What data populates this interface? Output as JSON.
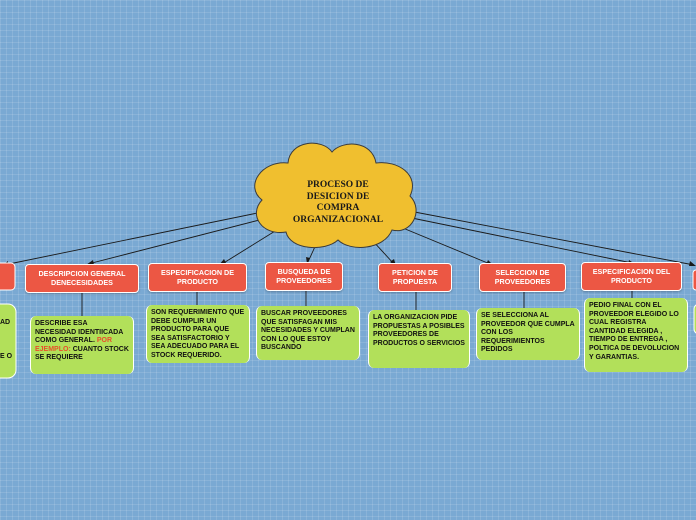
{
  "central": {
    "label": "PROCESO DE DESICION DE COMPRA ORGANIZACIONAL"
  },
  "topics": [
    {
      "label": "DESCRIPCION GENERAL DENECESIDADES",
      "note_text": "DESCRIBE ESA NECESIDAD IDENTIICADA COMO GENERAL.",
      "note_highlight": "POR EJEMPLO:",
      "note_tail": " CUANTO STOCK SE REQUIERE"
    },
    {
      "label": "ESPECIFICACION DE PRODUCTO",
      "note_text": "SON REQUERIMIENTO QUE DEBE CUMPLIR UN PRODUCTO PARA QUE SEA SATISFACTORIO Y SEA ADECUADO PARA EL STOCK REQUERIDO."
    },
    {
      "label": "BUSQUEDA DE PROVEEDORES",
      "note_text": "BUSCAR PROVEEDORES QUE SATISFAGAN  MIS NECESIDADES  Y CUMPLAN CON LO QUE ESTOY BUSCANDO"
    },
    {
      "label": "PETICION DE PROPUESTA",
      "note_text": "LA ORGANIZACION PIDE PROPUESTAS A POSIBLES PROVEEDORES DE PRODUCTOS O SERVICIOS"
    },
    {
      "label": "SELECCION DE PROVEEDORES",
      "note_text": "SE SELECCIONA AL PROVEEDOR QUE CUMPLA CON LOS REQUERIMIENTOS PEDIDOS"
    },
    {
      "label": "ESPECIFICACION DEL PRODUCTO",
      "note_text": "PEDIO FINAL CON EL PROVEEDOR ELEGIDO LO CUAL REGISTRA CANTIDAD ELEGIDA , TIEMPO DE ENTREGA , POLTICA DE DEVOLUCION Y GARANTIAS."
    }
  ],
  "partial_left": {
    "note_lines": [
      "AD",
      "E O"
    ]
  },
  "colors": {
    "topic": "#ec5744",
    "note": "#b2e05a",
    "cloud": "#f0bf2f",
    "background": "#7aa9d3"
  }
}
